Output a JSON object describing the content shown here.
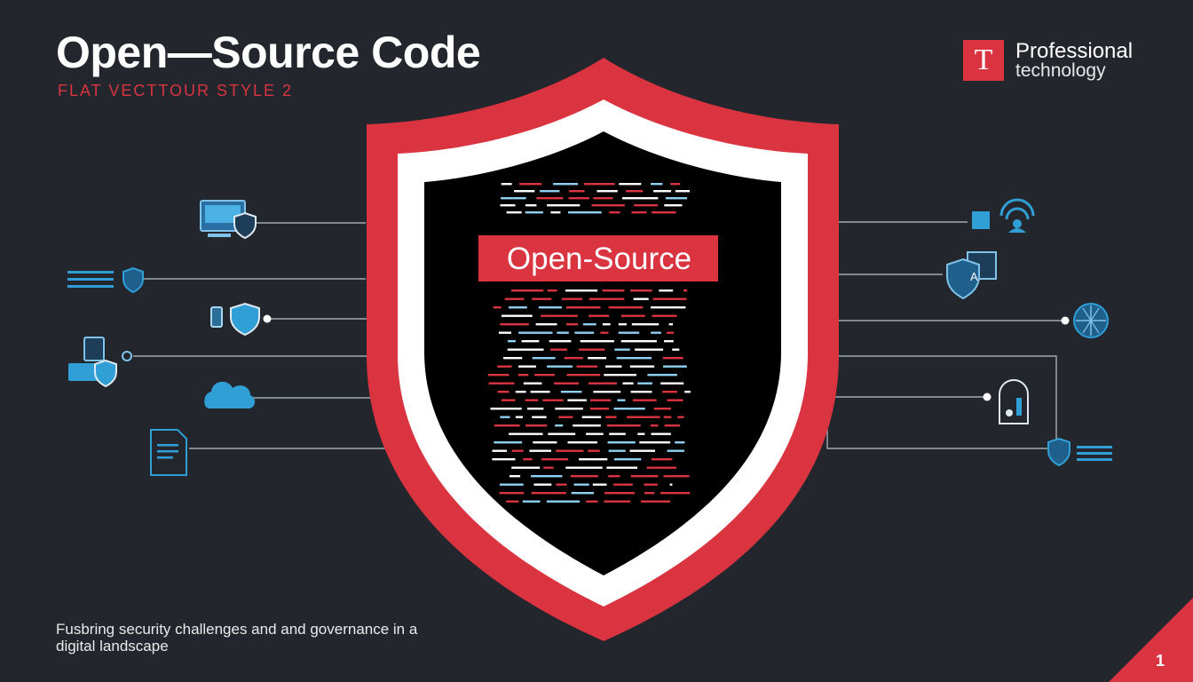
{
  "header": {
    "title": "Open—Source Code",
    "subtitle": "FLAT VECTTOUR STYLE 2"
  },
  "brand": {
    "logo_letter": "T",
    "line1": "Professional",
    "line2": "technology"
  },
  "shield": {
    "label": "Open-Source"
  },
  "footer": {
    "caption": "Fusbring security challenges and and governance in a digital landscape",
    "page_number": "1"
  },
  "colors": {
    "background": "#23262d",
    "accent_red": "#d9343f",
    "icon_blue": "#2f9fd6",
    "connector_line": "#b9c2cc",
    "shield_inner": "#000000"
  },
  "icons": {
    "left": [
      "monitor-shield-icon",
      "list-shield-icon",
      "flashlight-shield-icon",
      "devices-shield-icon",
      "cloud-icon",
      "document-icon"
    ],
    "right": [
      "wifi-user-icon",
      "shield-a-icon",
      "globe-icon",
      "lock-icon",
      "shield-list-icon"
    ]
  }
}
